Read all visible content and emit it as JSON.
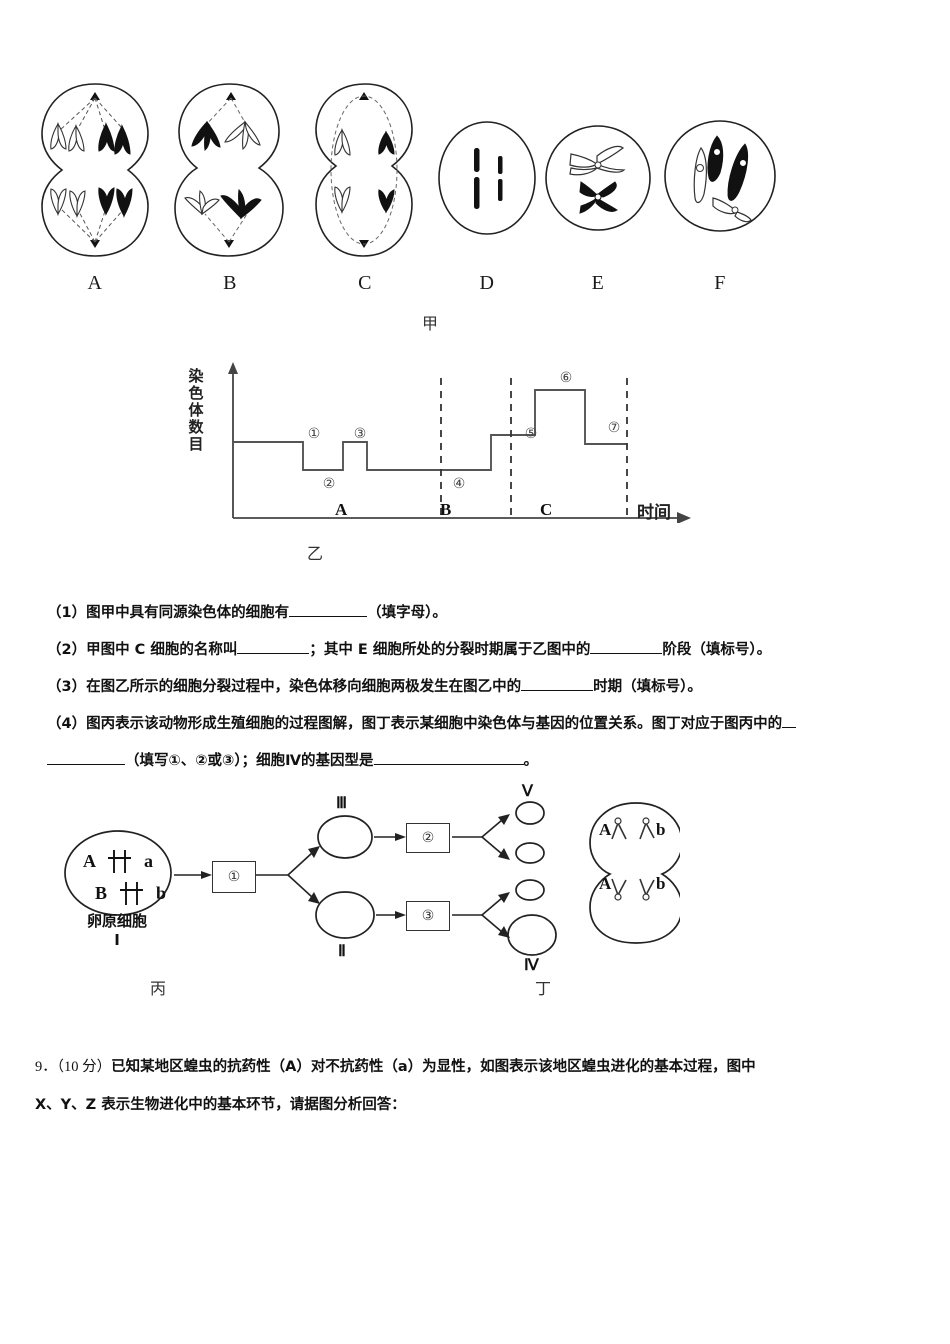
{
  "figures": {
    "jia": {
      "caption": "甲",
      "cell_labels": [
        "A",
        "B",
        "C",
        "D",
        "E",
        "F"
      ]
    },
    "yi": {
      "caption": "乙",
      "ylabel": "染色体数目",
      "xlabel": "时间",
      "phase_labels": [
        "A",
        "B",
        "C"
      ],
      "segment_numbers": [
        "①",
        "②",
        "③",
        "④",
        "⑤",
        "⑥",
        "⑦"
      ]
    },
    "bing": {
      "caption": "丙",
      "source_cell_genes": [
        "A",
        "a",
        "B",
        "b"
      ],
      "source_cell_name": "卵原细胞",
      "source_cell_roman": "I",
      "box_numbers": [
        "①",
        "②",
        "③"
      ],
      "romans": [
        "Ⅲ",
        "Ⅱ",
        "Ⅴ",
        "Ⅳ"
      ]
    },
    "ding": {
      "caption": "丁",
      "top_genes": [
        "A",
        "b"
      ],
      "bottom_genes": [
        "A",
        "b"
      ]
    }
  },
  "questions": {
    "q1_pre": "（1）图甲中具有同源染色体的细胞有",
    "q1_post": "（填字母）。",
    "q2_pre": "（2）甲图中 C 细胞的名称叫",
    "q2_mid": "；其中 E 细胞所处的分裂时期属于乙图中的",
    "q2_post": "阶段（填标号）。",
    "q3_pre": "（3）在图乙所示的细胞分裂过程中，染色体移向细胞两极发生在图乙中的",
    "q3_post": "时期（填标号）。",
    "q4_pre": "（4）图丙表示该动物形成生殖细胞的过程图解，图丁表示某细胞中染色体与基因的位置关系。图丁对应于图丙中的",
    "q4_mid": "（填写①、②或③）；细胞Ⅳ的基因型是",
    "q4_post": "。"
  },
  "question9": {
    "number": "9．",
    "score": "（10 分）",
    "line1": "已知某地区蝗虫的抗药性（A）对不抗药性（a）为显性，如图表示该地区蝗虫进化的基本过程，图中",
    "line2": "X、Y、Z 表示生物进化中的基本环节，请据图分析回答："
  },
  "chart_data": {
    "type": "line",
    "title": "乙",
    "xlabel": "时间",
    "ylabel": "染色体数目",
    "grid": false,
    "legend": "none",
    "description": "Step plot of chromosome number over time across three divisions A, B, C",
    "x": [
      0,
      1.55,
      1.55,
      2.55,
      2.55,
      3.15,
      3.15,
      3.75,
      3.75,
      5.95,
      5.95,
      6.55,
      6.55,
      7.55,
      7.55,
      8.65,
      8.65,
      9.55,
      9.55,
      10.7
    ],
    "y": [
      2,
      2,
      1,
      1,
      2,
      2,
      1,
      1,
      1,
      1,
      1.5,
      1.5,
      1.5,
      1.5,
      3,
      3,
      1.75,
      1.75,
      1.75,
      1.75
    ],
    "segments": [
      {
        "label": "①",
        "level": 2,
        "phase": "pre-A"
      },
      {
        "label": "②",
        "level": 1,
        "phase": "A"
      },
      {
        "label": "③",
        "level": 2,
        "phase": "A"
      },
      {
        "label": "④",
        "level": 1,
        "phase": "B"
      },
      {
        "label": "⑤",
        "level": 1.5,
        "phase": "C"
      },
      {
        "label": "⑥",
        "level": 3,
        "phase": "C"
      },
      {
        "label": "⑦",
        "level": 1.75,
        "phase": "C"
      }
    ],
    "phase_dividers": [
      "A|B",
      "B|C",
      "C|end"
    ],
    "phase_labels": [
      "A",
      "B",
      "C"
    ],
    "ylim": [
      0,
      3.6
    ],
    "xlim": [
      0,
      11
    ]
  },
  "colors": {
    "ink": "#111111",
    "line": "#333333",
    "paper": "#ffffff"
  }
}
